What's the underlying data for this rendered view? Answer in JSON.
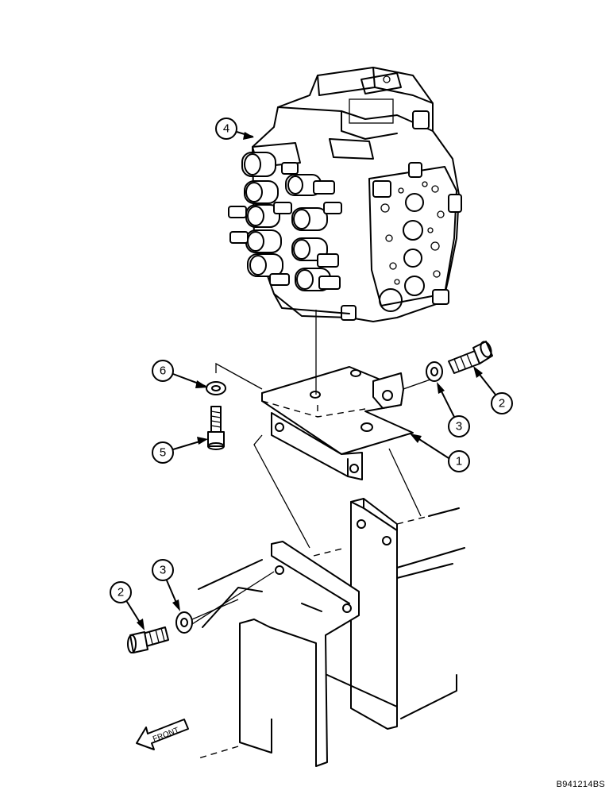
{
  "callouts": {
    "c4": "4",
    "c6": "6",
    "c5": "5",
    "c2a": "2",
    "c3a": "3",
    "c1": "1",
    "c3b": "3",
    "c2b": "2"
  },
  "front_label": "FRONT",
  "drawing_id": "B941214BS"
}
